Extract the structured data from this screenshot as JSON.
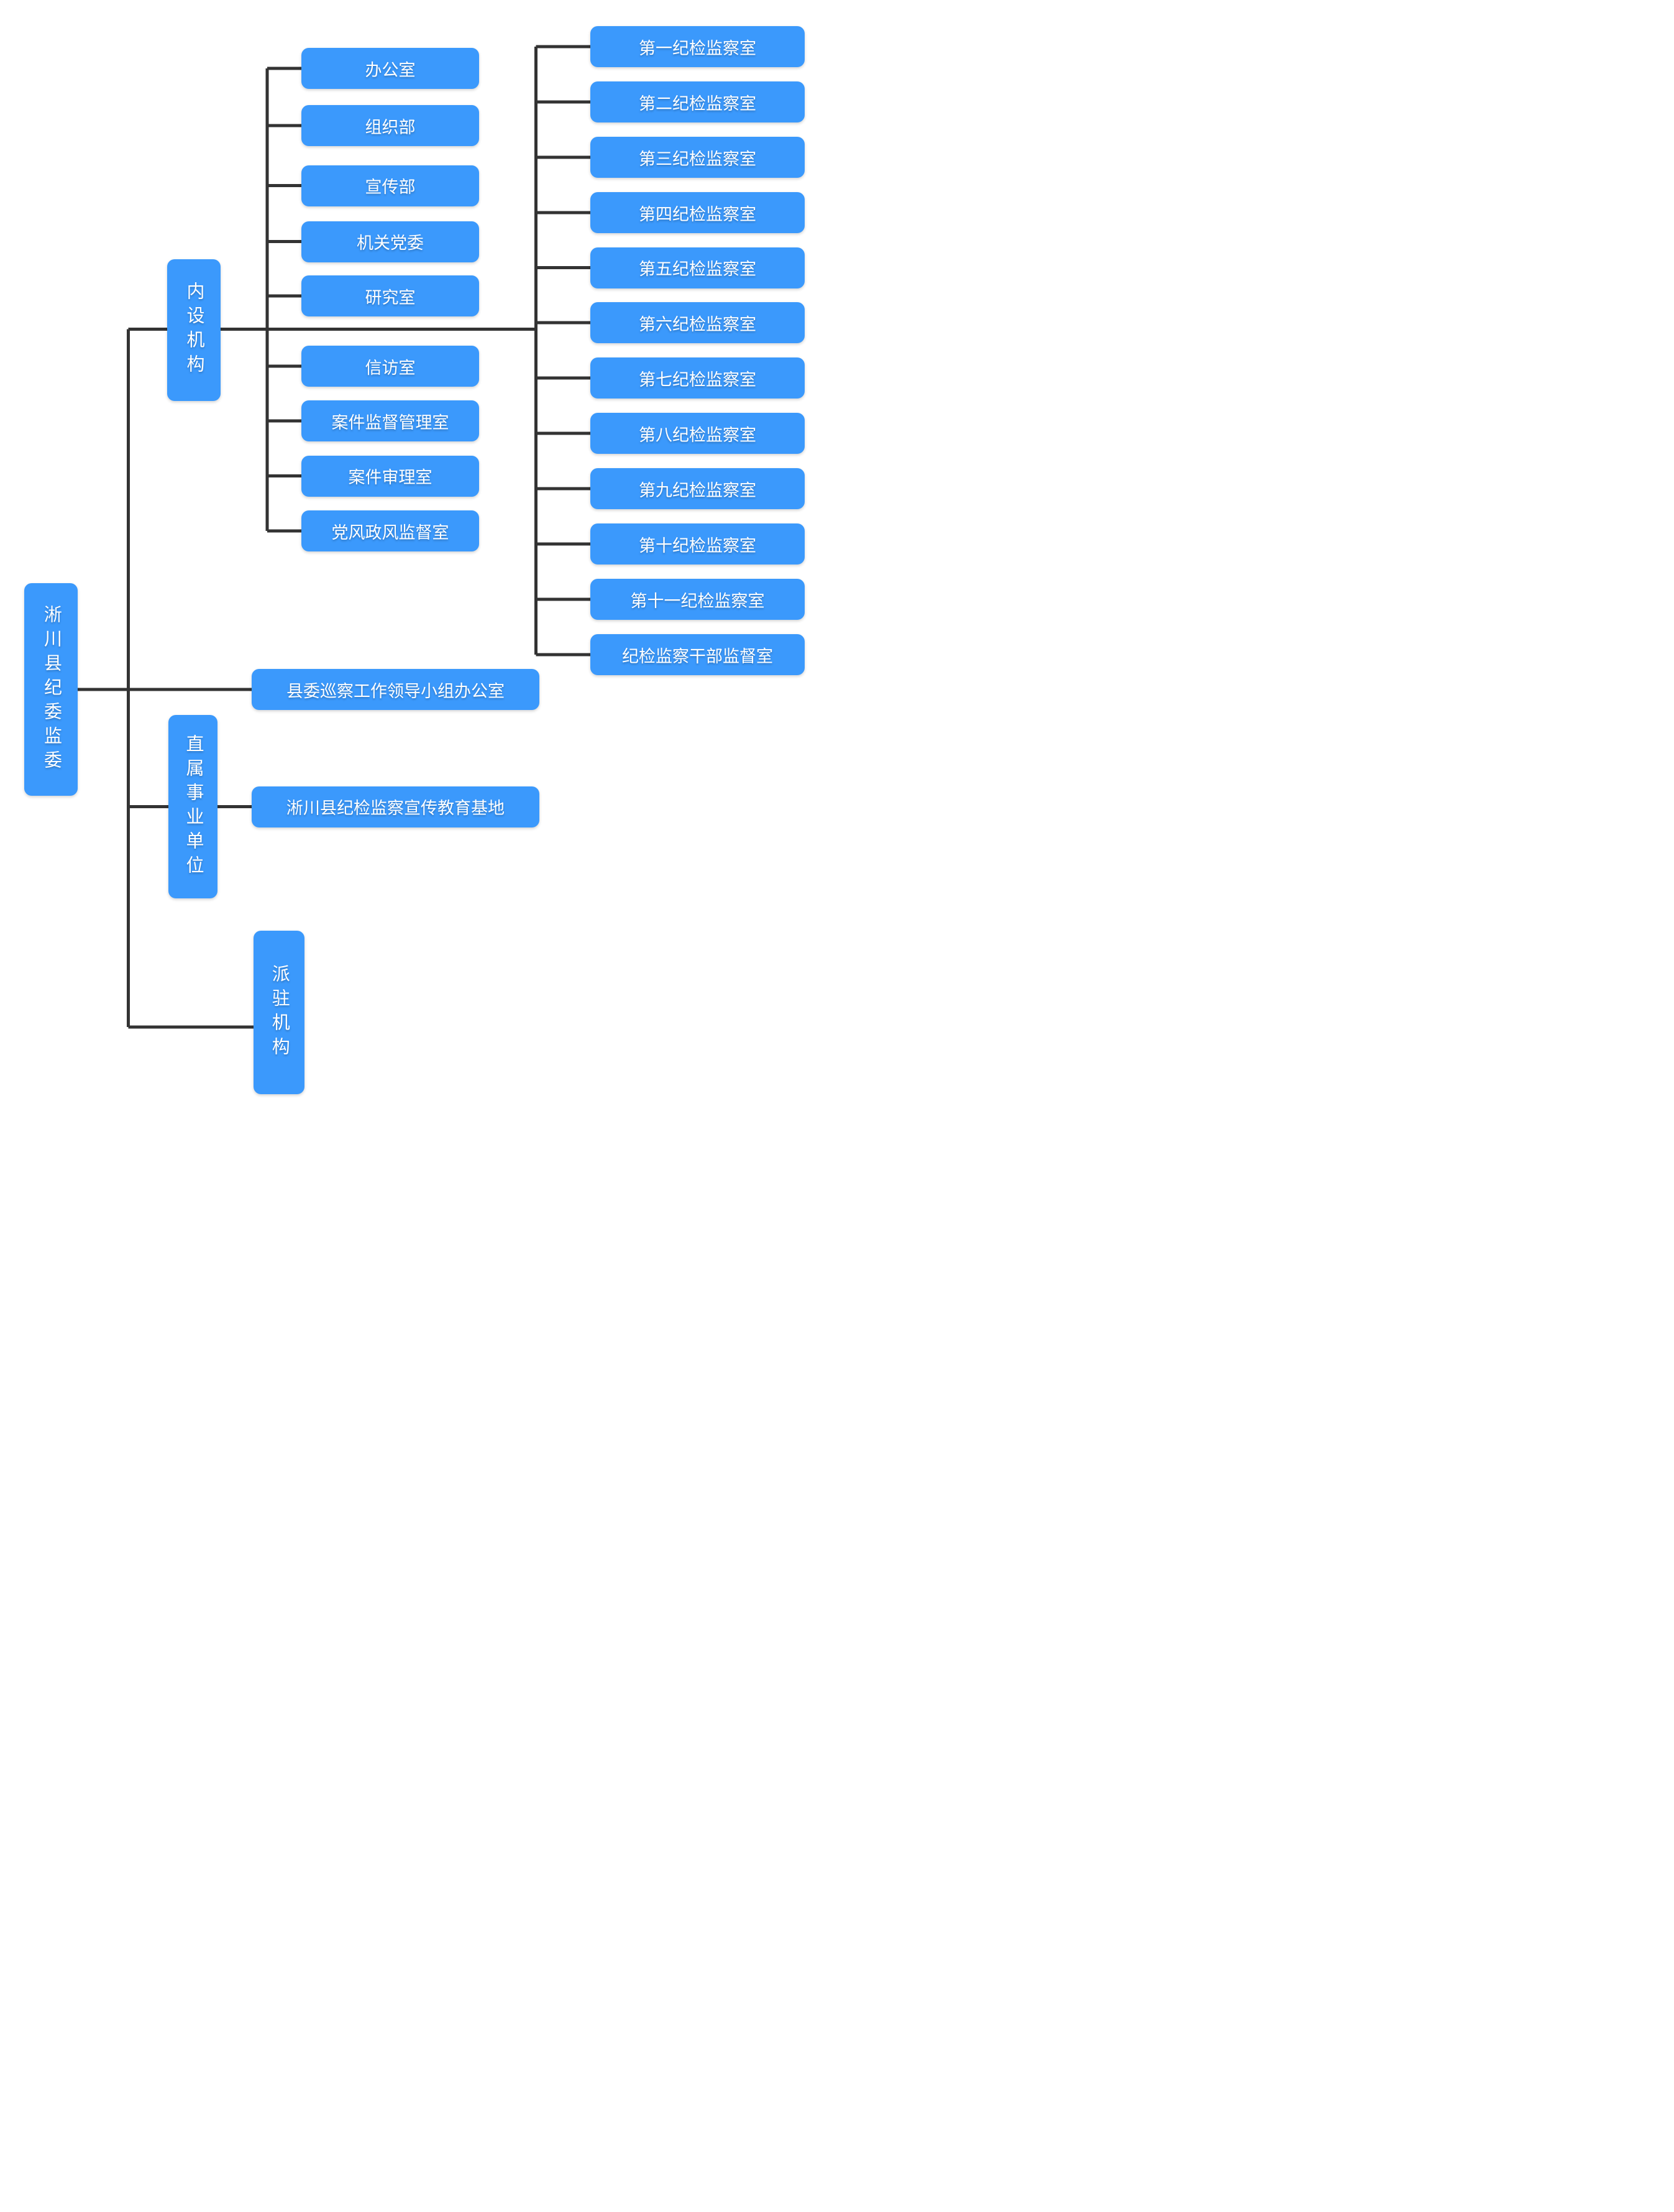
{
  "colors": {
    "node_fill": "#3b99fc",
    "node_text": "#ffffff",
    "connector": "#333333",
    "background": "#ffffff"
  },
  "org": {
    "root": {
      "label": "淅川县纪委监委"
    },
    "internal": {
      "label": "内设机构",
      "departments": [
        "办公室",
        "组织部",
        "宣传部",
        "机关党委",
        "研究室",
        "信访室",
        "案件监督管理室",
        "案件审理室",
        "党风政风监督室"
      ],
      "inspection_offices": [
        "第一纪检监察室",
        "第二纪检监察室",
        "第三纪检监察室",
        "第四纪检监察室",
        "第五纪检监察室",
        "第六纪检监察室",
        "第七纪检监察室",
        "第八纪检监察室",
        "第九纪检监察室",
        "第十纪检监察室",
        "第十一纪检监察室",
        "纪检监察干部监督室"
      ]
    },
    "inspection_leading_group": {
      "label": "县委巡察工作领导小组办公室"
    },
    "subordinate": {
      "label": "直属事业单位",
      "children": [
        "淅川县纪检监察宣传教育基地"
      ]
    },
    "dispatched": {
      "label": "派驻机构"
    }
  }
}
